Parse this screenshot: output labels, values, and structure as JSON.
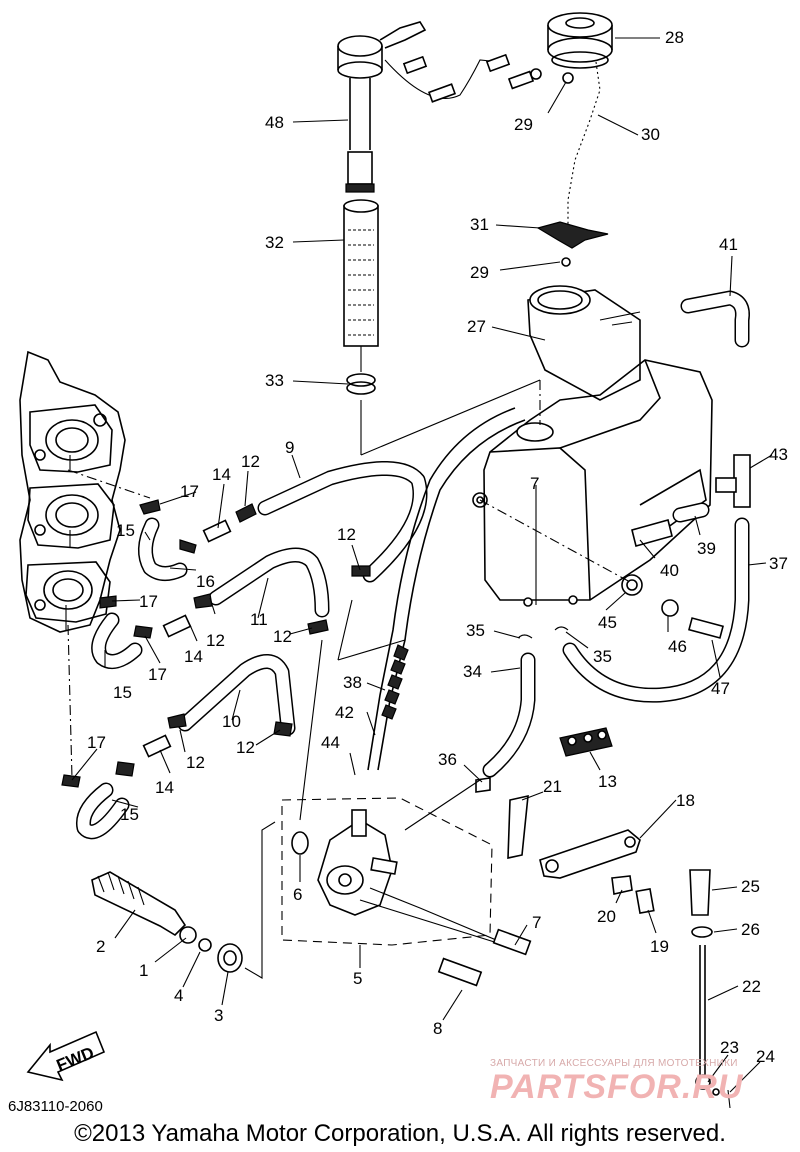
{
  "parts": [
    {
      "no": "1"
    },
    {
      "no": "2"
    },
    {
      "no": "3"
    },
    {
      "no": "4"
    },
    {
      "no": "5"
    },
    {
      "no": "6"
    },
    {
      "no": "7"
    },
    {
      "no": "7"
    },
    {
      "no": "8"
    },
    {
      "no": "9"
    },
    {
      "no": "10"
    },
    {
      "no": "11"
    },
    {
      "no": "12"
    },
    {
      "no": "12"
    },
    {
      "no": "12"
    },
    {
      "no": "12"
    },
    {
      "no": "12"
    },
    {
      "no": "12"
    },
    {
      "no": "13"
    },
    {
      "no": "14"
    },
    {
      "no": "14"
    },
    {
      "no": "14"
    },
    {
      "no": "15"
    },
    {
      "no": "15"
    },
    {
      "no": "15"
    },
    {
      "no": "16"
    },
    {
      "no": "17"
    },
    {
      "no": "17"
    },
    {
      "no": "17"
    },
    {
      "no": "17"
    },
    {
      "no": "18"
    },
    {
      "no": "19"
    },
    {
      "no": "20"
    },
    {
      "no": "21"
    },
    {
      "no": "22"
    },
    {
      "no": "23"
    },
    {
      "no": "24"
    },
    {
      "no": "25"
    },
    {
      "no": "26"
    },
    {
      "no": "27"
    },
    {
      "no": "28"
    },
    {
      "no": "29"
    },
    {
      "no": "29"
    },
    {
      "no": "30"
    },
    {
      "no": "31"
    },
    {
      "no": "32"
    },
    {
      "no": "33"
    },
    {
      "no": "34"
    },
    {
      "no": "35"
    },
    {
      "no": "35"
    },
    {
      "no": "36"
    },
    {
      "no": "37"
    },
    {
      "no": "38"
    },
    {
      "no": "39"
    },
    {
      "no": "40"
    },
    {
      "no": "41"
    },
    {
      "no": "42"
    },
    {
      "no": "43"
    },
    {
      "no": "44"
    },
    {
      "no": "45"
    },
    {
      "no": "46"
    },
    {
      "no": "47"
    },
    {
      "no": "48"
    }
  ],
  "fwd_label": "FWD",
  "catalog_code": "6J83110-2060",
  "copyright": "©2013 Yamaha Motor Corporation, U.S.A. All rights reserved.",
  "watermark": {
    "subtitle": "ЗАПЧАСТИ И АКСЕССУАРЫ ДЛЯ МОТОТЕХНИКИ",
    "logo": "PARTSFOR.RU"
  },
  "colors": {
    "line": "#000000",
    "background": "#ffffff",
    "watermark": "#f1b3b3"
  }
}
